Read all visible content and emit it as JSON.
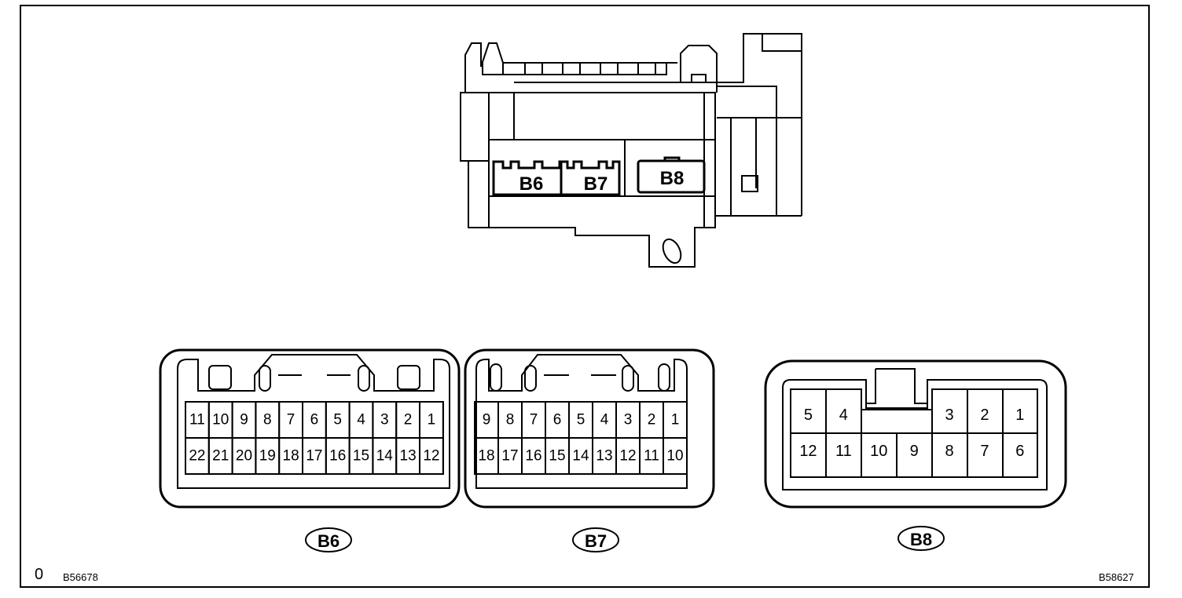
{
  "figure": {
    "left_code": "0",
    "figure_code_left": "B56678",
    "figure_code_right": "B58627"
  },
  "junction_block": {
    "sockets": [
      {
        "id": "B6",
        "label": "B6"
      },
      {
        "id": "B7",
        "label": "B7"
      },
      {
        "id": "B8",
        "label": "B8"
      }
    ]
  },
  "connectors": [
    {
      "id": "B6",
      "label": "B6",
      "top_row": [
        "11",
        "10",
        "9",
        "8",
        "7",
        "6",
        "5",
        "4",
        "3",
        "2",
        "1"
      ],
      "bottom_row": [
        "22",
        "21",
        "20",
        "19",
        "18",
        "17",
        "16",
        "15",
        "14",
        "13",
        "12"
      ]
    },
    {
      "id": "B7",
      "label": "B7",
      "top_row": [
        "9",
        "8",
        "7",
        "6",
        "5",
        "4",
        "3",
        "2",
        "1"
      ],
      "bottom_row": [
        "18",
        "17",
        "16",
        "15",
        "14",
        "13",
        "12",
        "11",
        "10"
      ]
    },
    {
      "id": "B8",
      "label": "B8",
      "top_row": [
        "5",
        "4",
        "",
        "",
        "3",
        "2",
        "1"
      ],
      "bottom_row": [
        "12",
        "11",
        "10",
        "9",
        "8",
        "7",
        "6"
      ]
    }
  ]
}
